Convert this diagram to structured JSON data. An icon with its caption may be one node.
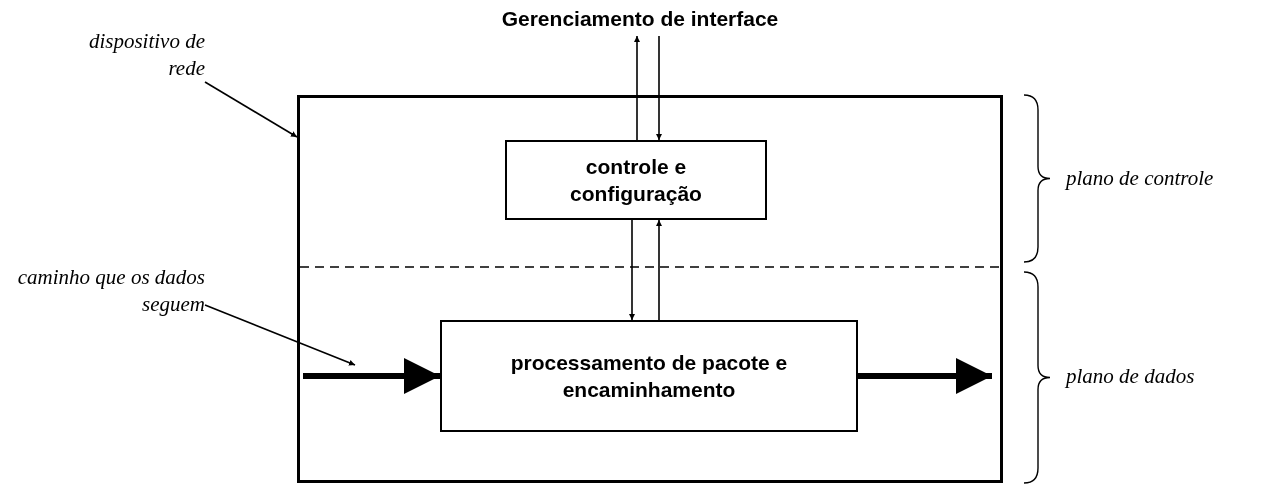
{
  "diagram": {
    "nodes": [
      {
        "text": [
          "Gerenciamento de interface"
        ]
      },
      {
        "text": [
          "dispositivo de rede"
        ]
      },
      {
        "text": [],
        "shape": "box"
      },
      {
        "text": [
          "controle e configuração"
        ],
        "in": 2
      },
      {
        "text": [
          "caminho que os dados seguem"
        ]
      },
      {
        "text": [
          "processamento de pacote e encaminhamento"
        ],
        "in": 2
      }
    ],
    "edges": [
      {
        "from": 3,
        "to": 0,
        "arrow": "to"
      },
      {
        "from": 0,
        "to": 3,
        "arrow": "to"
      },
      {
        "from": 3,
        "to": 5,
        "arrow": "to"
      },
      {
        "from": 5,
        "to": 3,
        "arrow": "to"
      },
      {
        "from": 1,
        "to": 2,
        "arrow": "to"
      },
      {
        "from": 4,
        "to": null,
        "arrow": "to"
      },
      {
        "from": null,
        "to": 5,
        "arrow": "to",
        "style": "thick"
      },
      {
        "from": 5,
        "to": null,
        "arrow": "to",
        "style": "thick"
      }
    ],
    "labels": [
      "plano de controle",
      "plano de dados"
    ]
  }
}
